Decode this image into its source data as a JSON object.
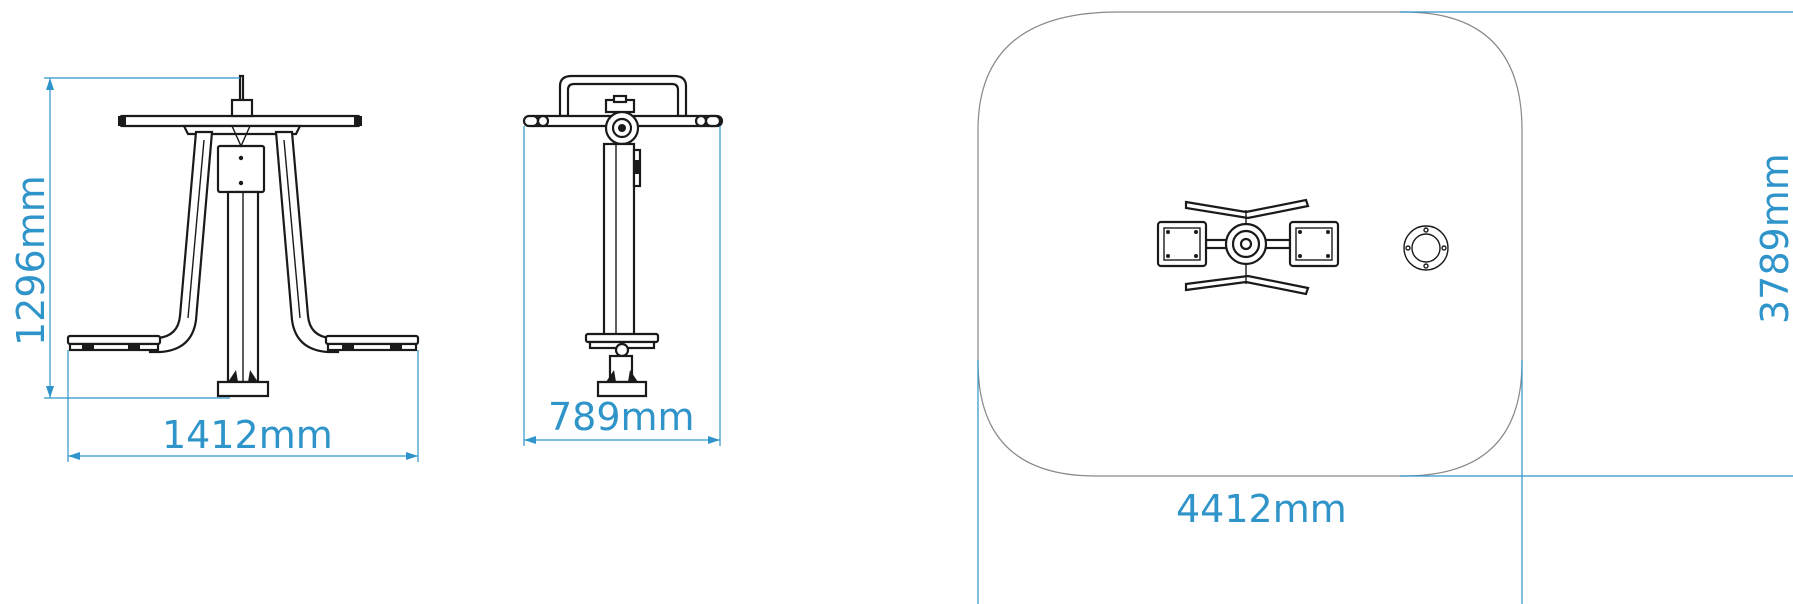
{
  "colors": {
    "dimension": "#2f94c9",
    "line": "#1a1a1a",
    "zone": "#888888"
  },
  "views": [
    {
      "name": "front-view",
      "dimensions": {
        "height": "1296mm",
        "width": "1412mm"
      }
    },
    {
      "name": "side-view",
      "dimensions": {
        "width": "789mm"
      }
    },
    {
      "name": "plan-view",
      "dimensions": {
        "width": "4412mm",
        "depth": "3789mm"
      }
    }
  ]
}
